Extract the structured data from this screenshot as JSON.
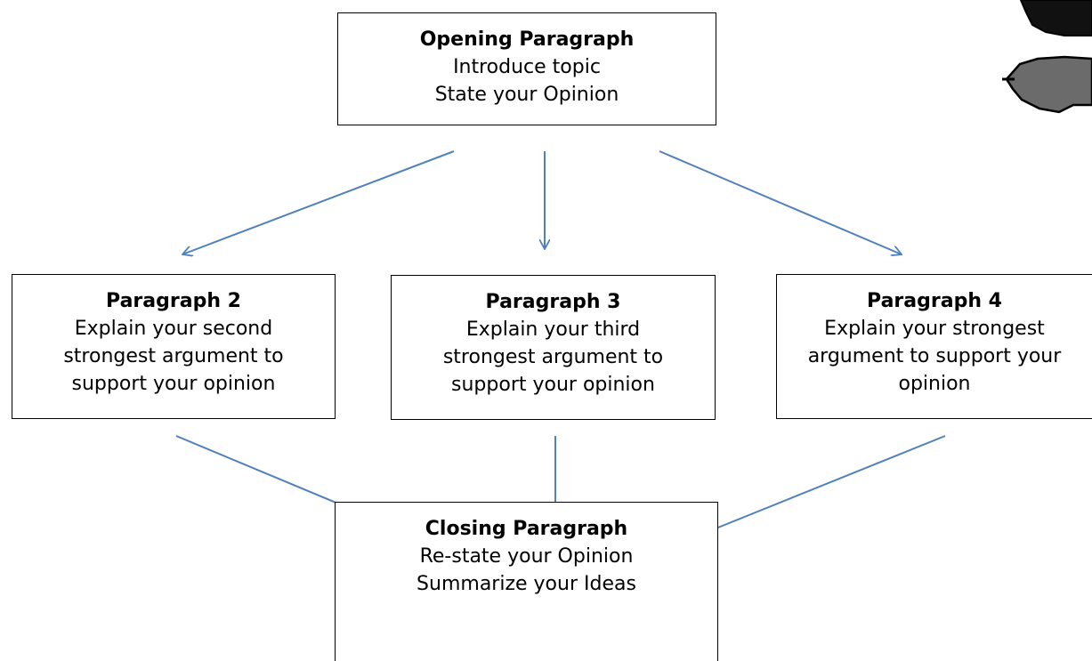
{
  "colors": {
    "arrow": "#4f81bd",
    "box_border": "#000000",
    "mark_dark": "#111111",
    "mark_gray": "#6b6b6b"
  },
  "boxes": {
    "opening": {
      "title": "Opening Paragraph",
      "lines": [
        "Introduce topic",
        "State your Opinion"
      ]
    },
    "p2": {
      "title": "Paragraph 2",
      "lines": [
        "Explain your second",
        "strongest argument to",
        "support your opinion"
      ]
    },
    "p3": {
      "title": "Paragraph 3",
      "lines": [
        "Explain your third",
        "strongest argument to",
        "support your opinion"
      ]
    },
    "p4": {
      "title": "Paragraph 4",
      "lines": [
        "Explain your strongest",
        "argument to support your",
        "opinion"
      ]
    },
    "closing": {
      "title": "Closing Paragraph",
      "lines": [
        "Re-state your Opinion",
        "Summarize your Ideas"
      ]
    }
  },
  "arrows": [
    {
      "from": "opening",
      "to": "p2"
    },
    {
      "from": "opening",
      "to": "p3"
    },
    {
      "from": "opening",
      "to": "p4"
    },
    {
      "from": "p2",
      "to": "closing"
    },
    {
      "from": "p3",
      "to": "closing"
    },
    {
      "from": "p4",
      "to": "closing"
    }
  ]
}
